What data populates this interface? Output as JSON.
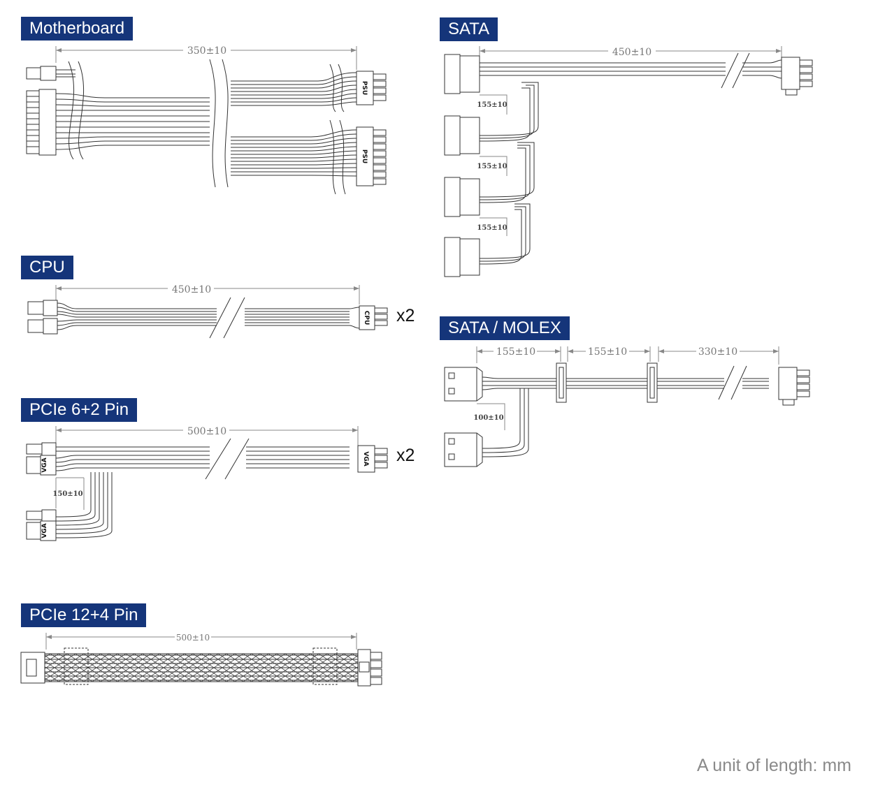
{
  "sections": {
    "motherboard": {
      "title": "Motherboard",
      "length": "350±10",
      "connector_labels": [
        "PSU",
        "PSU"
      ]
    },
    "cpu": {
      "title": "CPU",
      "length": "450±10",
      "connector_label": "CPU",
      "multiplier": "x2"
    },
    "pcie_6_2": {
      "title": "PCIe 6+2 Pin",
      "length": "500±10",
      "branch_length": "150±10",
      "connector_labels": [
        "VGA",
        "VGA",
        "VGA"
      ],
      "multiplier": "x2"
    },
    "pcie_12_4": {
      "title": "PCIe 12+4 Pin",
      "length": "500±10"
    },
    "sata": {
      "title": "SATA",
      "length": "450±10",
      "branch_lengths": [
        "155±10",
        "155±10",
        "155±10"
      ]
    },
    "sata_molex": {
      "title": "SATA / MOLEX",
      "lengths": [
        "155±10",
        "155±10",
        "330±10"
      ],
      "branch_length": "100±10"
    }
  },
  "footnote": "A unit of length: mm",
  "colors": {
    "title_bg": "#15357a",
    "title_text": "#ffffff",
    "line": "#333333"
  }
}
